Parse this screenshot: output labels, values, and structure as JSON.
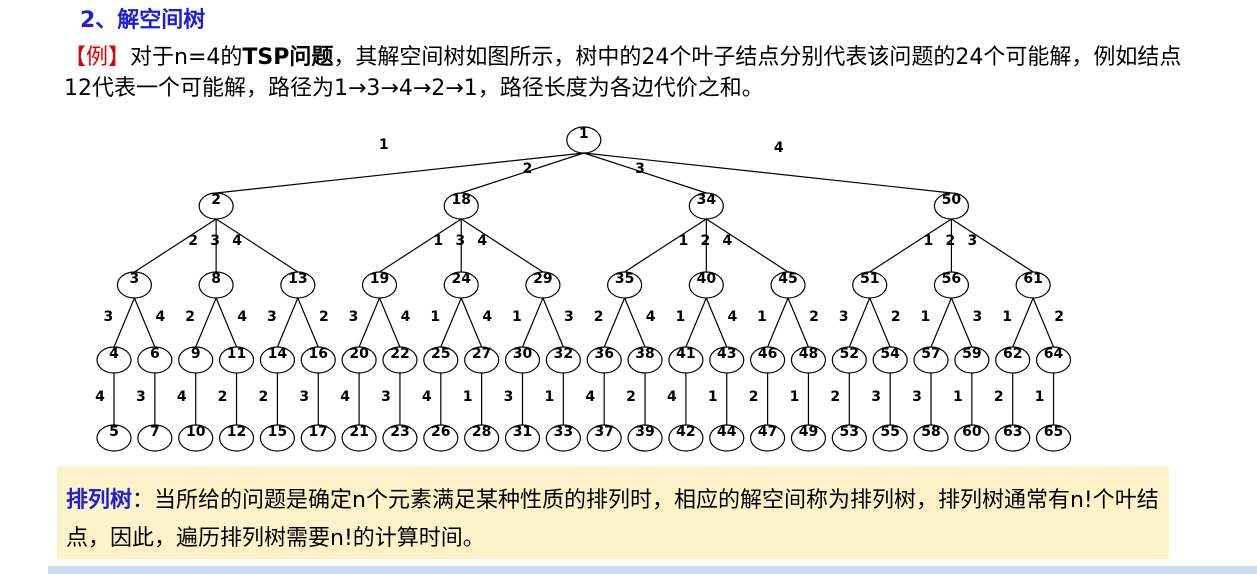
{
  "heading": "2、解空间树",
  "intro": {
    "tag": "【例】",
    "t1": "对于n=4的",
    "bold": "TSP问题",
    "t2": "，其解空间树如图所示，树中的24个叶子结点分别代表该问题的24个可能解，例如结点12代表一个可能解，路径为1→3→4→2→1，路径长度为各边代价之和。"
  },
  "tree": {
    "root": "1",
    "root_edges": [
      {
        "child": "2",
        "label": "1"
      },
      {
        "child": "18",
        "label": "2"
      },
      {
        "child": "34",
        "label": "3"
      },
      {
        "child": "50",
        "label": "4"
      }
    ],
    "level1": [
      {
        "node": "2",
        "children": [
          {
            "node": "3",
            "label": "2",
            "children": [
              {
                "node": "4",
                "label": "3",
                "leaf": "5",
                "leaf_label": "4"
              },
              {
                "node": "6",
                "label": "4",
                "leaf": "7",
                "leaf_label": "3"
              }
            ]
          },
          {
            "node": "8",
            "label": "3",
            "children": [
              {
                "node": "9",
                "label": "2",
                "leaf": "10",
                "leaf_label": "4"
              },
              {
                "node": "11",
                "label": "4",
                "leaf": "12",
                "leaf_label": "2"
              }
            ]
          },
          {
            "node": "13",
            "label": "4",
            "children": [
              {
                "node": "14",
                "label": "3",
                "leaf": "15",
                "leaf_label": "2"
              },
              {
                "node": "16",
                "label": "2",
                "leaf": "17",
                "leaf_label": "3"
              }
            ]
          }
        ]
      },
      {
        "node": "18",
        "children": [
          {
            "node": "19",
            "label": "1",
            "children": [
              {
                "node": "20",
                "label": "3",
                "leaf": "21",
                "leaf_label": "4"
              },
              {
                "node": "22",
                "label": "4",
                "leaf": "23",
                "leaf_label": "3"
              }
            ]
          },
          {
            "node": "24",
            "label": "3",
            "children": [
              {
                "node": "25",
                "label": "1",
                "leaf": "26",
                "leaf_label": "4"
              },
              {
                "node": "27",
                "label": "4",
                "leaf": "28",
                "leaf_label": "1"
              }
            ]
          },
          {
            "node": "29",
            "label": "4",
            "children": [
              {
                "node": "30",
                "label": "1",
                "leaf": "31",
                "leaf_label": "3"
              },
              {
                "node": "32",
                "label": "3",
                "leaf": "33",
                "leaf_label": "1"
              }
            ]
          }
        ]
      },
      {
        "node": "34",
        "children": [
          {
            "node": "35",
            "label": "1",
            "children": [
              {
                "node": "36",
                "label": "2",
                "leaf": "37",
                "leaf_label": "4"
              },
              {
                "node": "38",
                "label": "4",
                "leaf": "39",
                "leaf_label": "2"
              }
            ]
          },
          {
            "node": "40",
            "label": "2",
            "children": [
              {
                "node": "41",
                "label": "1",
                "leaf": "42",
                "leaf_label": "4"
              },
              {
                "node": "43",
                "label": "4",
                "leaf": "44",
                "leaf_label": "1"
              }
            ]
          },
          {
            "node": "45",
            "label": "4",
            "children": [
              {
                "node": "46",
                "label": "1",
                "leaf": "47",
                "leaf_label": "2"
              },
              {
                "node": "48",
                "label": "2",
                "leaf": "49",
                "leaf_label": "1"
              }
            ]
          }
        ]
      },
      {
        "node": "50",
        "children": [
          {
            "node": "51",
            "label": "1",
            "children": [
              {
                "node": "52",
                "label": "3",
                "leaf": "53",
                "leaf_label": "2"
              },
              {
                "node": "54",
                "label": "2",
                "leaf": "55",
                "leaf_label": "3"
              }
            ]
          },
          {
            "node": "56",
            "label": "2",
            "children": [
              {
                "node": "57",
                "label": "1",
                "leaf": "58",
                "leaf_label": "3"
              },
              {
                "node": "59",
                "label": "3",
                "leaf": "60",
                "leaf_label": "1"
              }
            ]
          },
          {
            "node": "61",
            "label": "3",
            "children": [
              {
                "node": "62",
                "label": "1",
                "leaf": "63",
                "leaf_label": "2"
              },
              {
                "node": "64",
                "label": "2",
                "leaf": "65",
                "leaf_label": "1"
              }
            ]
          }
        ]
      }
    ]
  },
  "note": {
    "term": "排列树",
    "text": "：当所给的问题是确定n个元素满足某种性质的排列时，相应的解空间称为排列树，排列树通常有n!个叶结点，因此，遍历排列树需要n!的计算时间。"
  }
}
